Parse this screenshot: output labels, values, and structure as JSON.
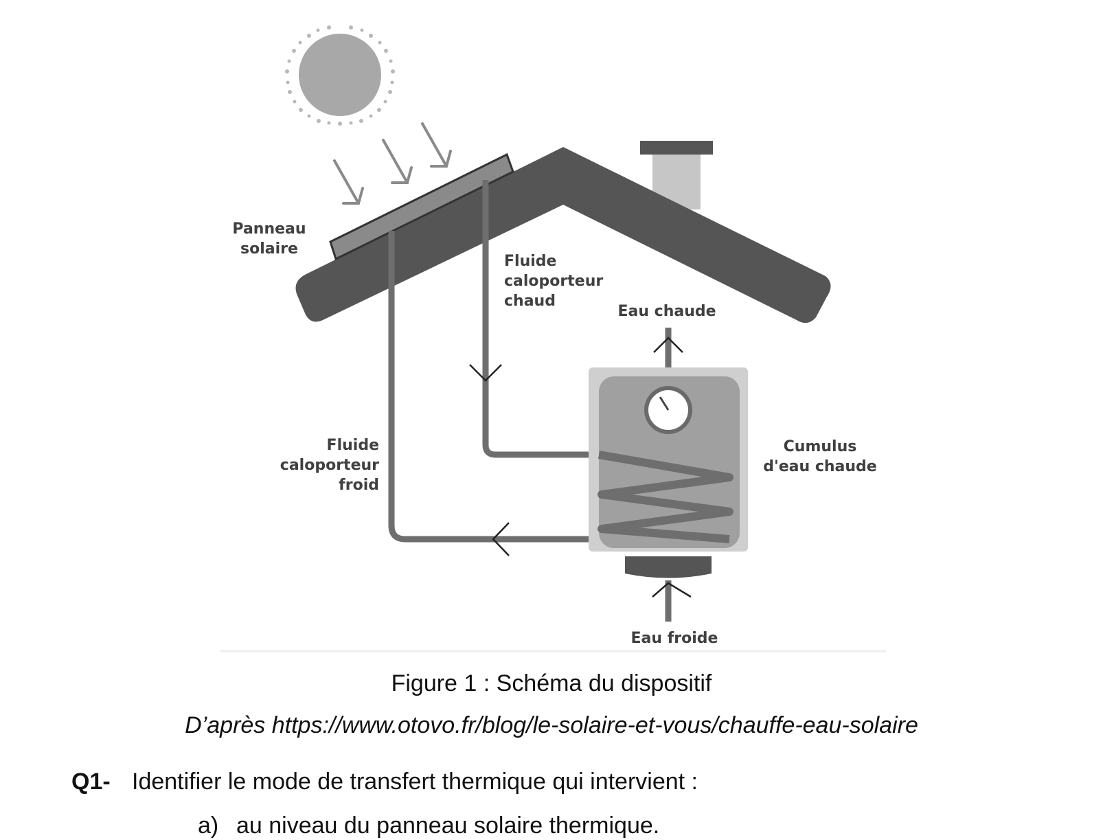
{
  "diagram": {
    "labels": {
      "panneau_line1": "Panneau",
      "panneau_line2": "solaire",
      "hot_fluid_line1": "Fluide",
      "hot_fluid_line2": "caloporteur",
      "hot_fluid_line3": "chaud",
      "hot_water": "Eau chaude",
      "cold_fluid_line1": "Fluide",
      "cold_fluid_line2": "caloporteur",
      "cold_fluid_line3": "froid",
      "tank_line1": "Cumulus",
      "tank_line2": "d'eau chaude",
      "cold_water": "Eau froide"
    },
    "colors": {
      "roof": "#555555",
      "pipe": "#6e6e6e",
      "sun": "#a8a8a8",
      "tank_outer": "#c8c8c8",
      "tank_inner": "#a0a0a0",
      "label": "#404040"
    }
  },
  "caption": {
    "title": "Figure 1 : Schéma du dispositif",
    "source": "D’après https://www.otovo.fr/blog/le-solaire-et-vous/chauffe-eau-solaire"
  },
  "question": {
    "number": "Q1-",
    "text": "Identifier le mode de transfert thermique qui intervient :",
    "items": [
      {
        "letter": "a)",
        "text": "au niveau du panneau solaire thermique."
      }
    ]
  }
}
